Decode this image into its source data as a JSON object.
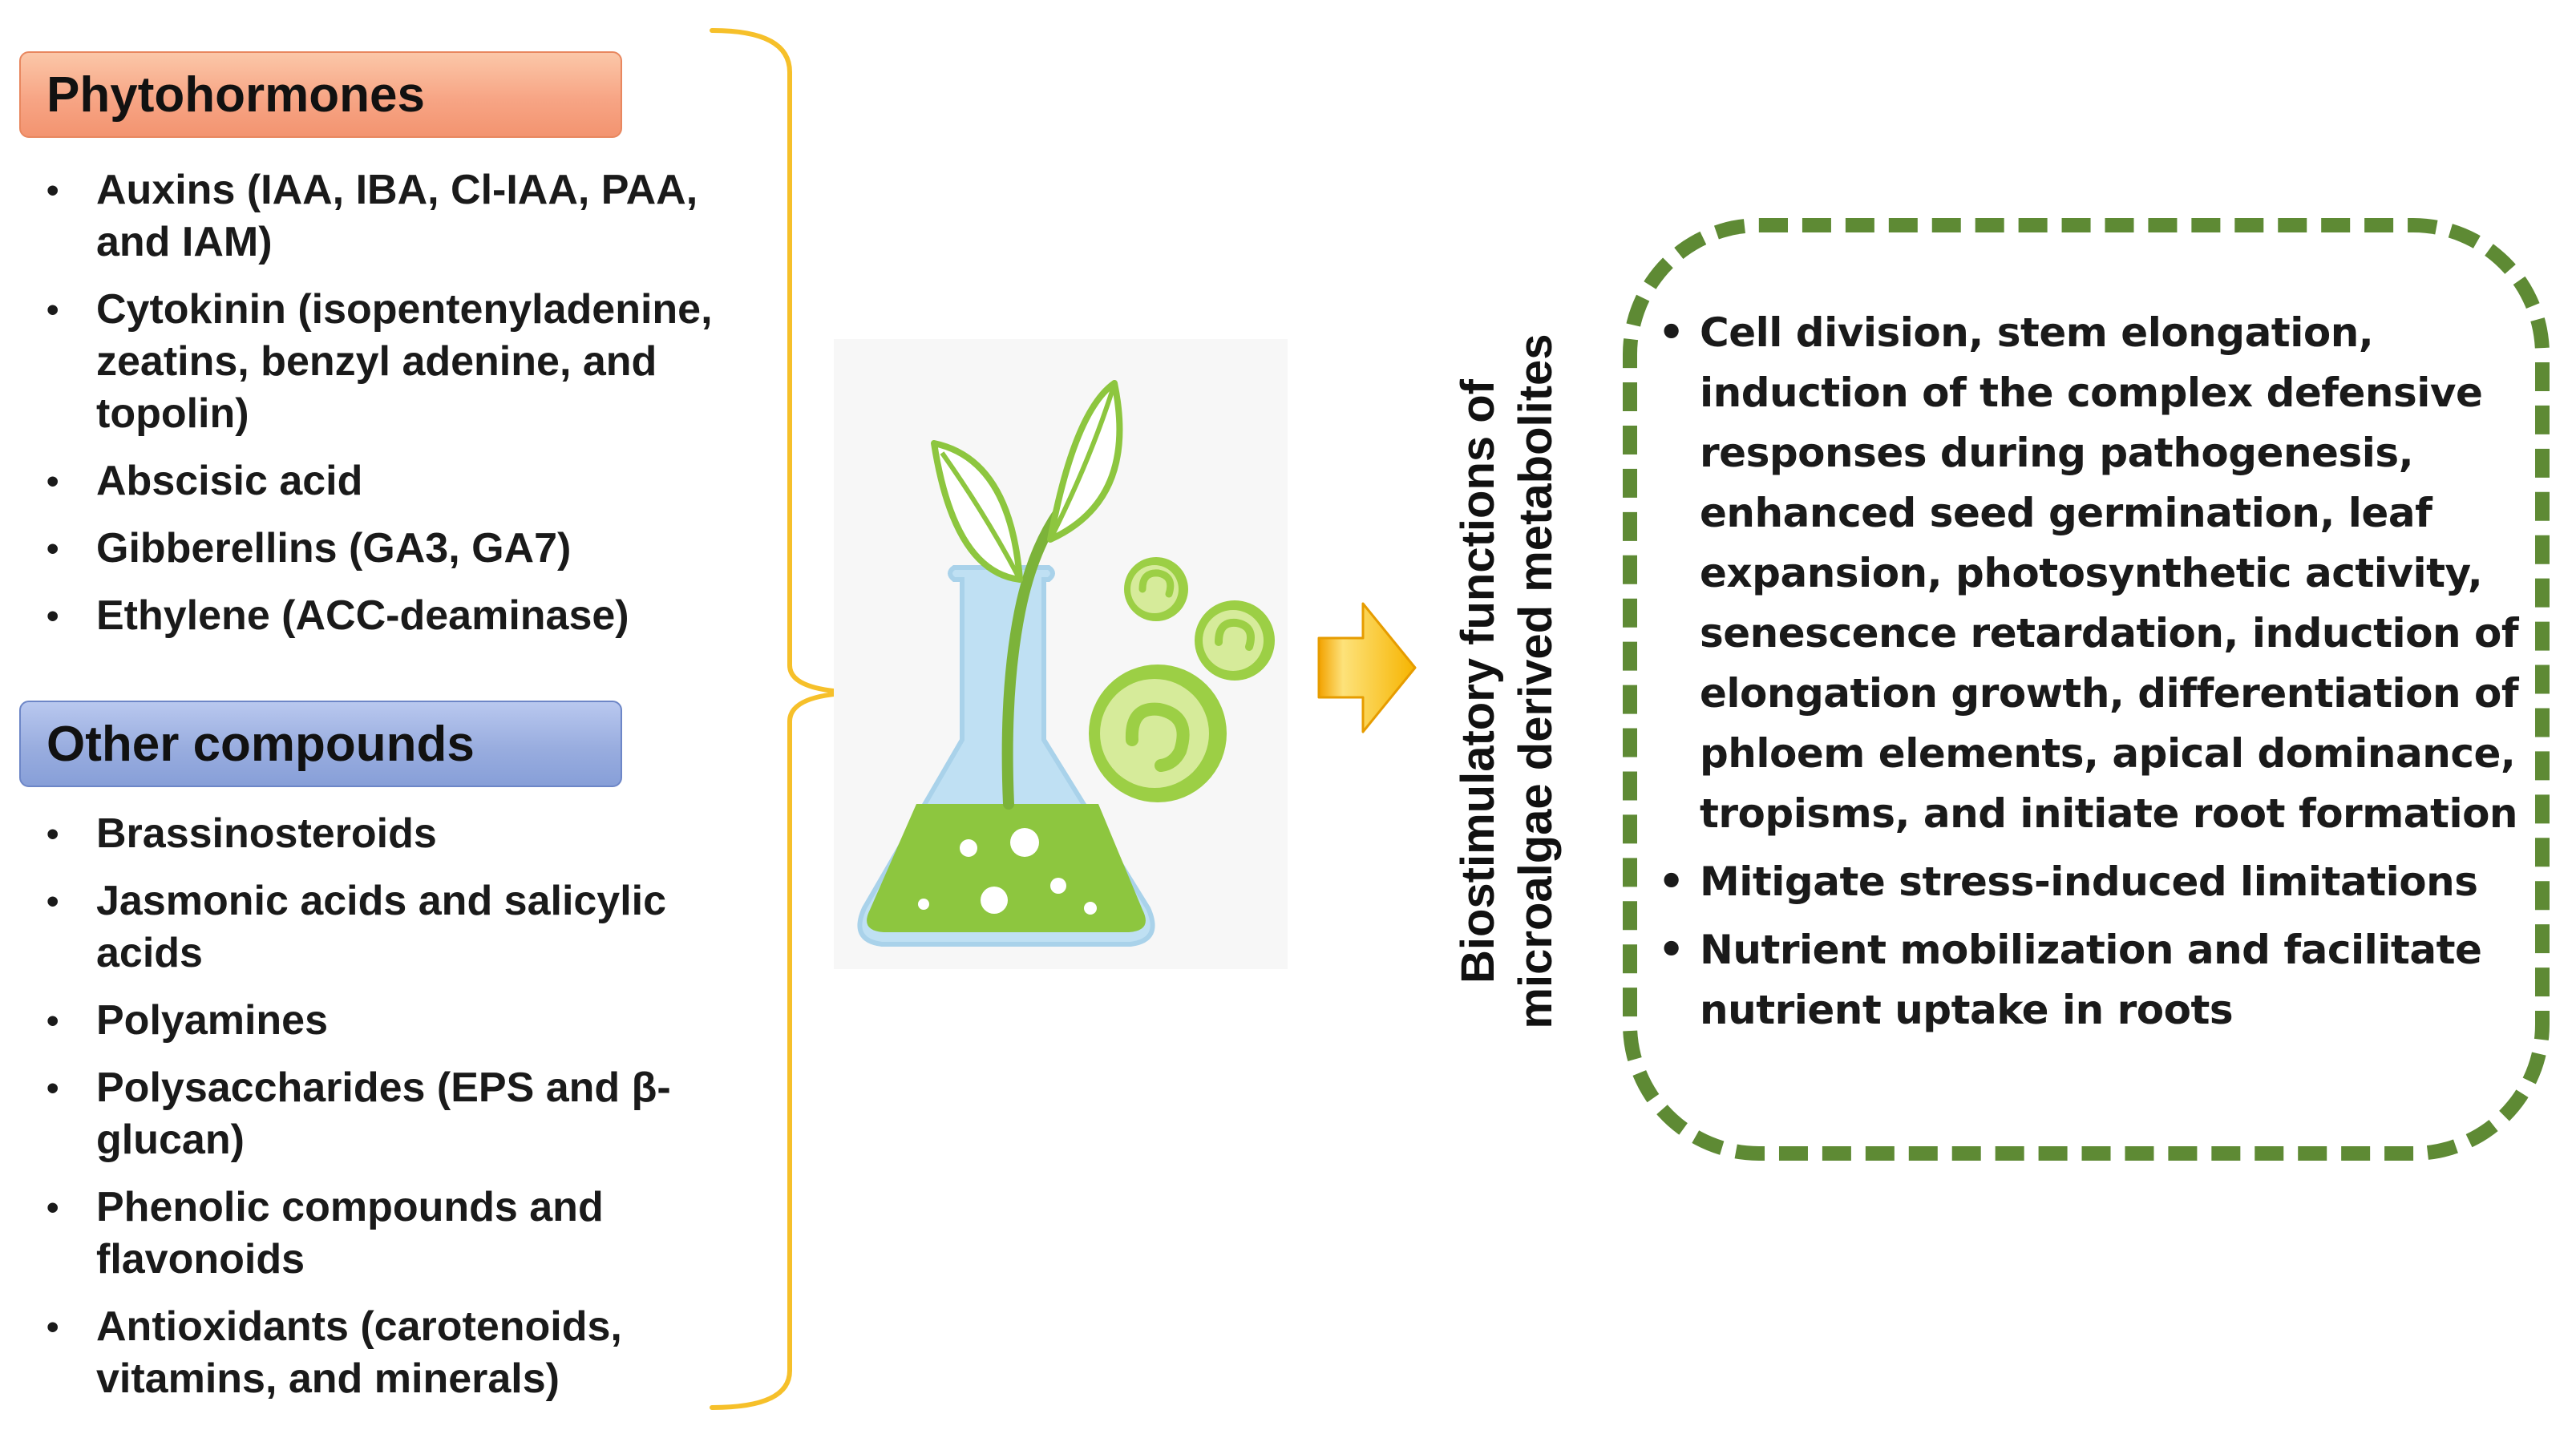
{
  "phytohormones": {
    "title": "Phytohormones",
    "items": [
      "Auxins (IAA, IBA, Cl-IAA, PAA, and IAM)",
      "Cytokinin (isopentenyladenine, zeatins, benzyl adenine, and topolin)",
      "Abscisic acid",
      "Gibberellins (GA3, GA7)",
      "Ethylene (ACC-deaminase)"
    ]
  },
  "other_compounds": {
    "title": "Other compounds",
    "items": [
      "Brassinosteroids",
      "Jasmonic acids and salicylic acids",
      "Polyamines",
      "Polysaccharides (EPS and β-glucan)",
      "Phenolic compounds and flavonoids",
      "Antioxidants (carotenoids, vitamins, and minerals)"
    ]
  },
  "bullet": "•",
  "vertical_title": "Biostimulatory functions of microalgae derived metabolites",
  "functions": {
    "items": [
      "Cell division, stem elongation, induction of the complex defensive responses during pathogenesis, enhanced seed germination, leaf expansion, photosynthetic activity, senescence retardation, induction of elongation growth, differentiation of phloem elements, apical dominance, tropisms, and initiate root formation",
      "Mitigate stress-induced limitations",
      "Nutrient mobilization and facilitate nutrient uptake in roots"
    ]
  },
  "colors": {
    "phyto_header": "#f7a585",
    "other_header": "#99addf",
    "bracket": "#f6c02a",
    "arrow": "#f6b400",
    "functions_border": "#5e8a34",
    "flask_glass": "#bfe0f3",
    "flask_liquid": "#8dc63f"
  },
  "icons": {
    "flask": "flask-with-sprout-icon",
    "arrow": "right-arrow-icon"
  }
}
